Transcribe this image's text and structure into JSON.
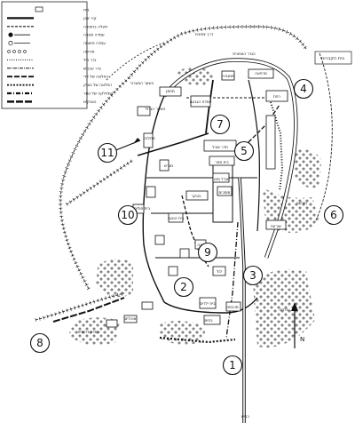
{
  "legend": {
    "items": [
      {
        "label": "בית",
        "icon": "house-symbol"
      },
      {
        "label": "קיר אבן",
        "icon": "stone-wall-line"
      },
      {
        "label": "תעלה בחפורה",
        "icon": "dug-trench-line"
      },
      {
        "label": "עמדה סגורה",
        "icon": "closed-post-symbol"
      },
      {
        "label": "עמדה פתוחה",
        "icon": "open-post-symbol"
      },
      {
        "label": "חורשה",
        "icon": "grove-symbol"
      },
      {
        "label": "גדר תיל",
        "icon": "wire-fence-line"
      },
      {
        "label": "גדר עכביש",
        "icon": "spider-fence-line"
      },
      {
        "label": "הפלוגה של דדי",
        "icon": "company-route-line"
      },
      {
        "label": "הפלוגה של בוגיק",
        "icon": "company-route-line"
      },
      {
        "label": "המחלקה של עוזר",
        "icon": "platoon-route-line"
      },
      {
        "label": "הטנקים",
        "icon": "tanks-route-line"
      }
    ]
  },
  "north_arrow_label": "N",
  "cemetery_label": "בית הקברות",
  "markers": [
    "1",
    "2",
    "3",
    "4",
    "5",
    "6",
    "7",
    "8",
    "9",
    "10",
    "11"
  ],
  "place_labels": {
    "big_gate": "השער הגדול",
    "west_gate": "השער המערבי",
    "north_fence": "הגדר הצפונית",
    "dining_hall": "חדר אוכל",
    "school": "בית ספר",
    "water_tower": "מגדל מים",
    "garages": "מוסכים",
    "barn": "רפת",
    "stables": "אורוות",
    "hill_post": "עמדת הגבעה",
    "houses_south": "בתים",
    "children_house": "בית ילדים",
    "laundry": "מכבסה",
    "cowshed": "לול",
    "garden": "גינה",
    "road_south": "כביש",
    "shed": "מחסן",
    "clinic": "מרפאה",
    "silo": "ממגורה",
    "bunker": "בונקר",
    "youth_house": "בית הנוער",
    "carpentry": "נגריה",
    "tents": "אוהלים",
    "south_post": "עמדה דרומית",
    "forest": "חורשה",
    "hospital": "בית חולים",
    "north_road": "דרך צפונית",
    "orchard": "פרדס",
    "sport": "מגרש",
    "dairy": "מחלבה"
  }
}
